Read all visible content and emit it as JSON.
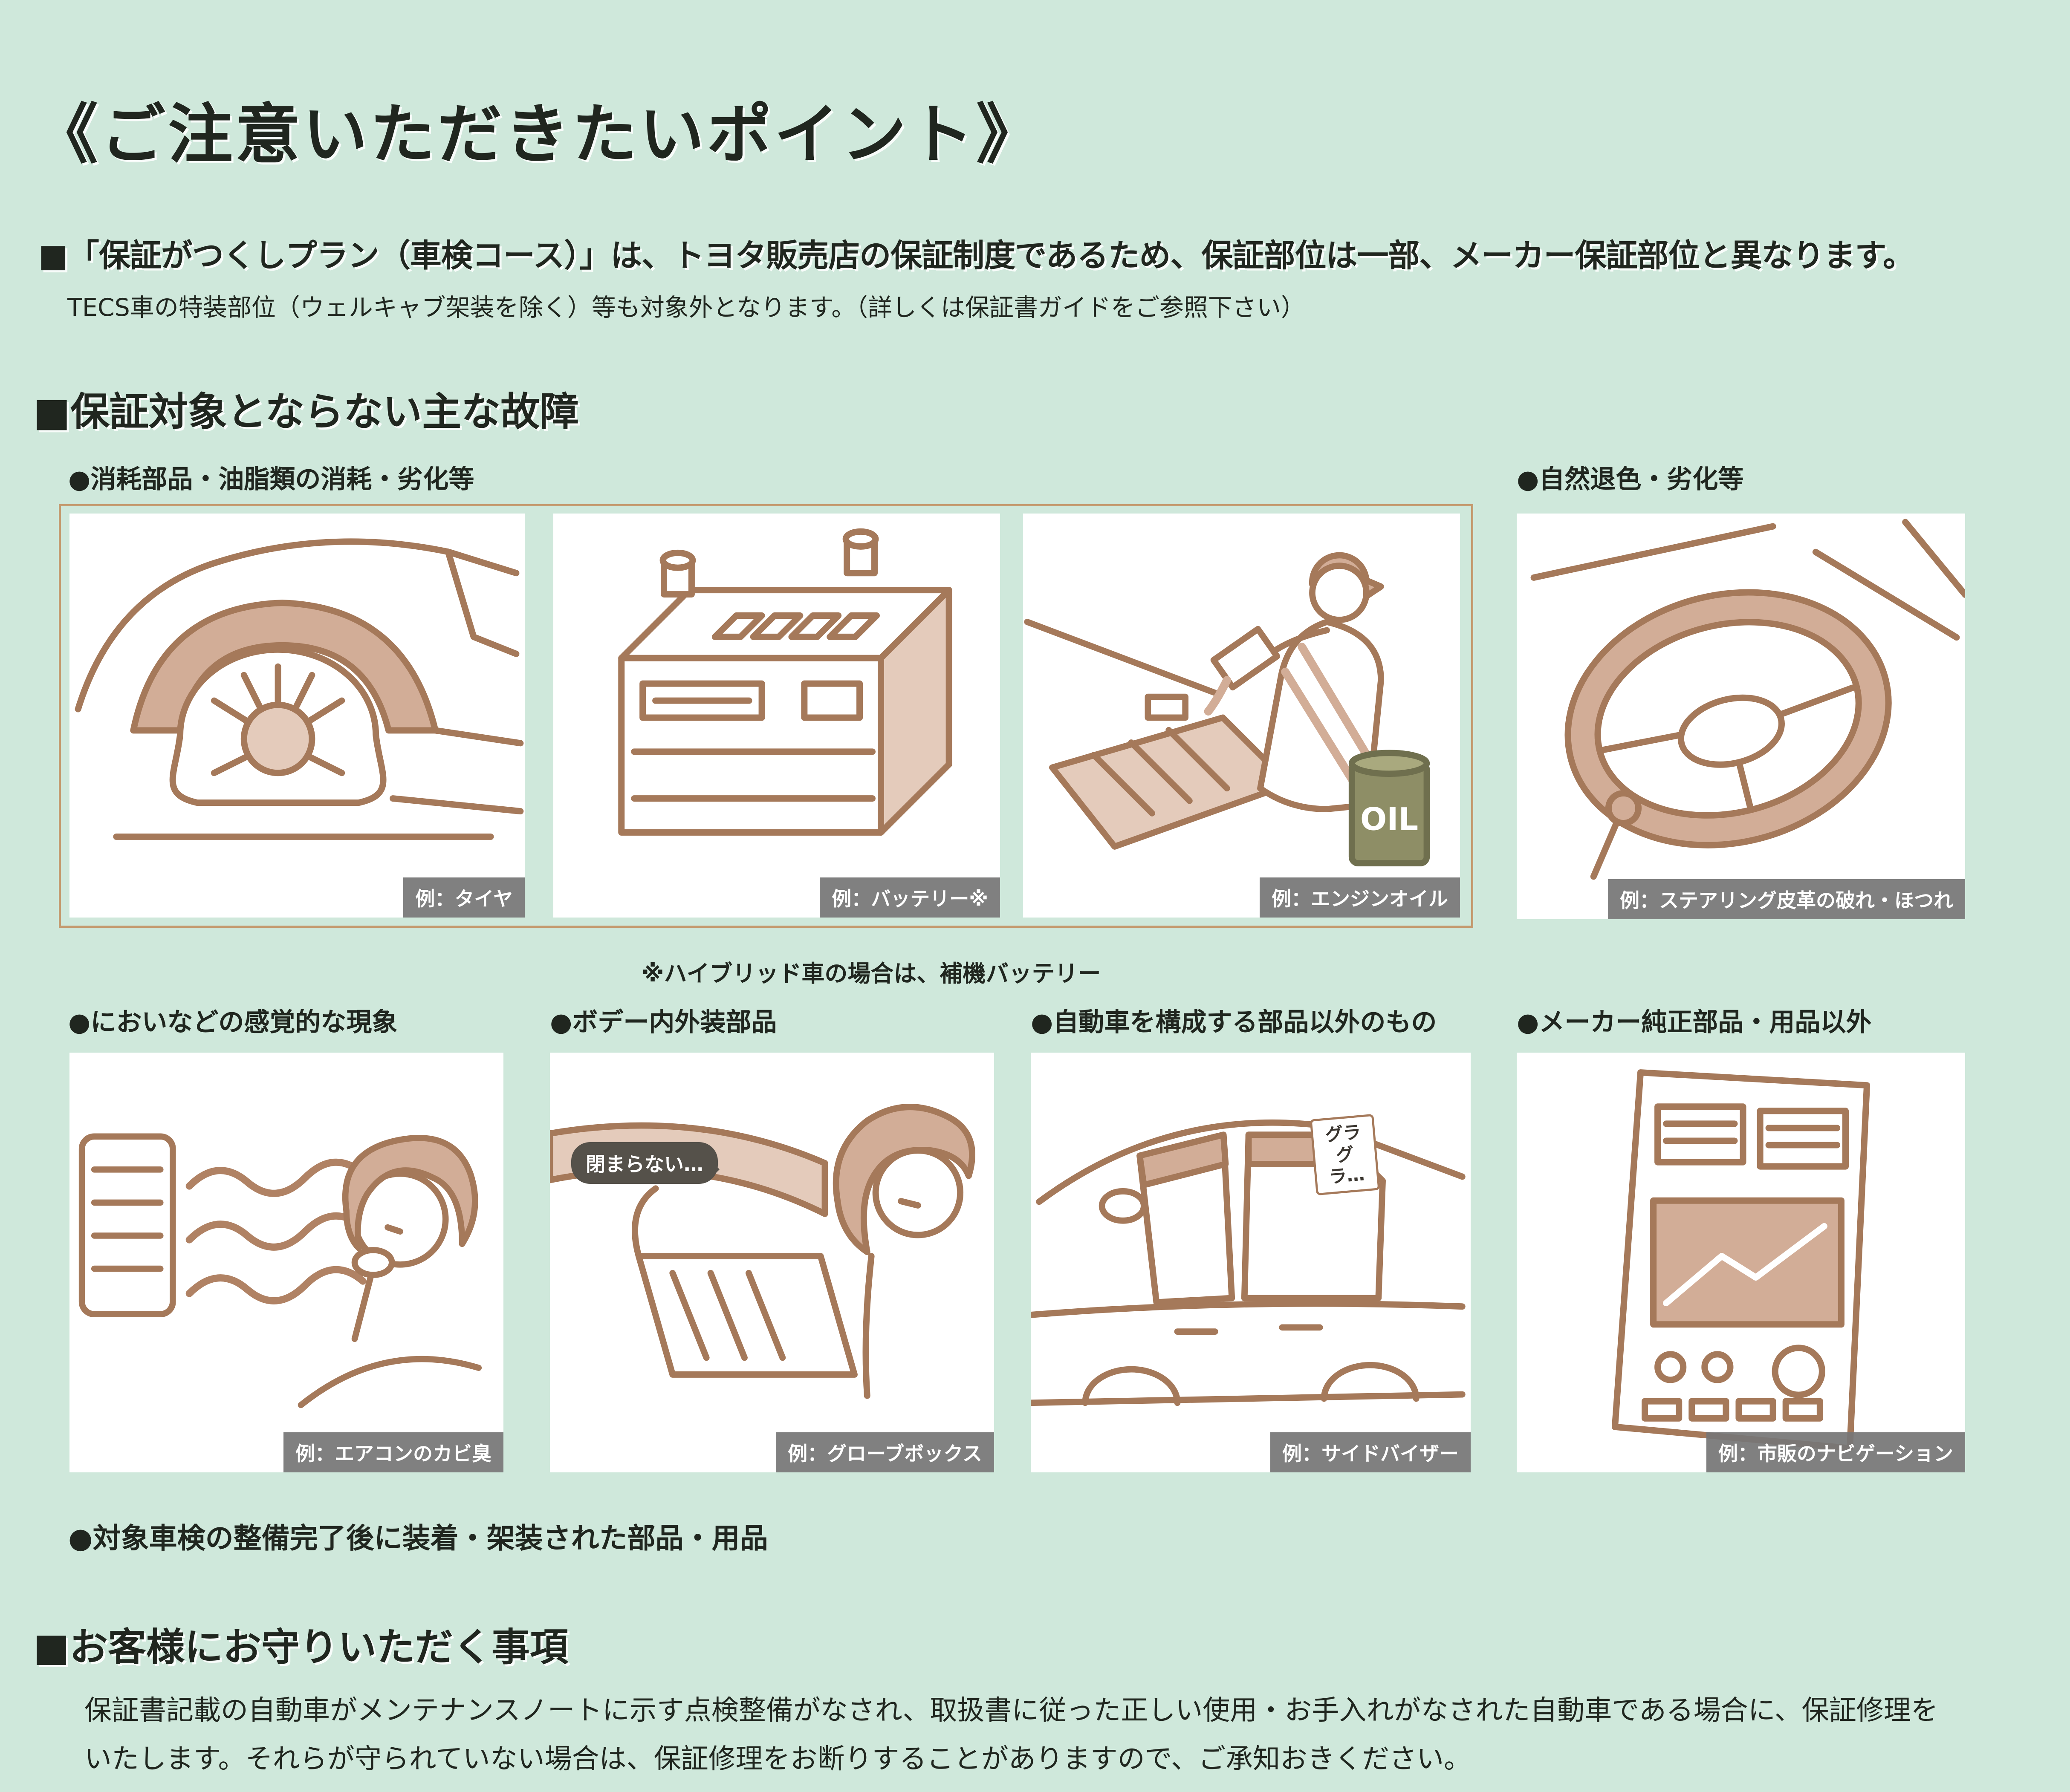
{
  "page_title": "《ご注意いただきたいポイント》",
  "intro": {
    "heading": "■「保証がつくしプラン（車検コース）」は、トヨタ販売店の保証制度であるため、保証部位は一部、メーカー保証部位と異なります。",
    "note": "TECS車の特装部位（ウェルキャブ架装を除く）等も対象外となります。（詳しくは保証書ガイドをご参照下さい）"
  },
  "faults_section": {
    "heading": "■保証対象とならない主な故障",
    "hybrid_note": "※ハイブリッド車の場合は、補機バッテリー",
    "extra_item": "●対象車検の整備完了後に装着・架装された部品・用品",
    "categories_row1": [
      {
        "label": "●消耗部品・油脂類の消耗・劣化等"
      },
      {
        "label": "●自然退色・劣化等"
      }
    ],
    "examples_row1": [
      {
        "caption": "例：タイヤ"
      },
      {
        "caption": "例：バッテリー※"
      },
      {
        "caption": "例：エンジンオイル",
        "can_label": "OIL"
      },
      {
        "caption": "例：ステアリング皮革の破れ・ほつれ"
      }
    ],
    "categories_row2": [
      {
        "label": "●においなどの感覚的な現象"
      },
      {
        "label": "●ボデー内外装部品"
      },
      {
        "label": "●自動車を構成する部品以外のもの"
      },
      {
        "label": "●メーカー純正部品・用品以外"
      }
    ],
    "examples_row2": [
      {
        "caption": "例：エアコンのカビ臭"
      },
      {
        "caption": "例：グローブボックス",
        "bubble": "閉まらない…"
      },
      {
        "caption": "例：サイドバイザー",
        "bubble": "グラグラ…"
      },
      {
        "caption": "例：市販のナビゲーション"
      }
    ]
  },
  "customer_section": {
    "heading": "■お客様にお守りいただく事項",
    "lines": [
      "保証書記載の自動車がメンテナンスノートに示す点検整備がなされ、取扱書に従った正しい使用・お手入れがなされた自動車である場合に、保証修理を",
      "いたします。それらが守られていない場合は、保証修理をお断りすることがありますので、ご承知おきください。"
    ]
  },
  "colors": {
    "background": "#cfe8db",
    "ink": "#20261f",
    "line_art": "#a5795a",
    "shade": "#d2ad97",
    "caption_bg": "#767676",
    "group_border": "#c49a6f"
  }
}
